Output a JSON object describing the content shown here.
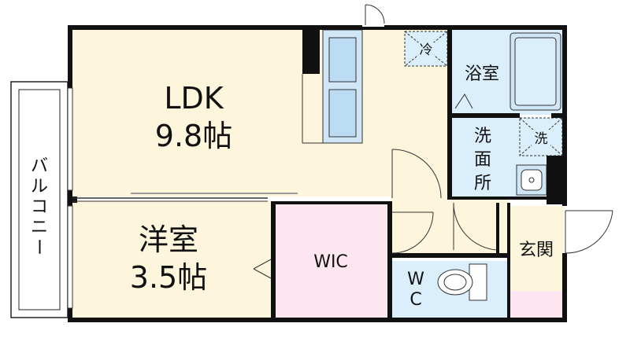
{
  "rooms": {
    "ldk": {
      "name": "LDK",
      "size": "9.8帖"
    },
    "western": {
      "name": "洋室",
      "size": "3.5帖"
    },
    "wic": {
      "name": "WIC"
    },
    "bath": {
      "name": "浴室"
    },
    "washroom": {
      "name": [
        "洗",
        "面",
        "所"
      ]
    },
    "entrance": {
      "name": "玄関"
    },
    "toilet": {
      "name": [
        "W",
        "C"
      ]
    },
    "balcony": {
      "name": [
        "バ",
        "ル",
        "コ",
        "ニ",
        "ー"
      ]
    }
  },
  "symbols": {
    "fridge": "冷",
    "washer": "洗"
  },
  "colors": {
    "wall": "#111111",
    "ldk_floor": "#fdf6dd",
    "wet_area": "#dbeefb",
    "wic_floor": "#fde6ef",
    "entrance_floor": "#fdf6dd",
    "shoe_box": "#fde6ef",
    "fixture": "#cfe6f7"
  }
}
